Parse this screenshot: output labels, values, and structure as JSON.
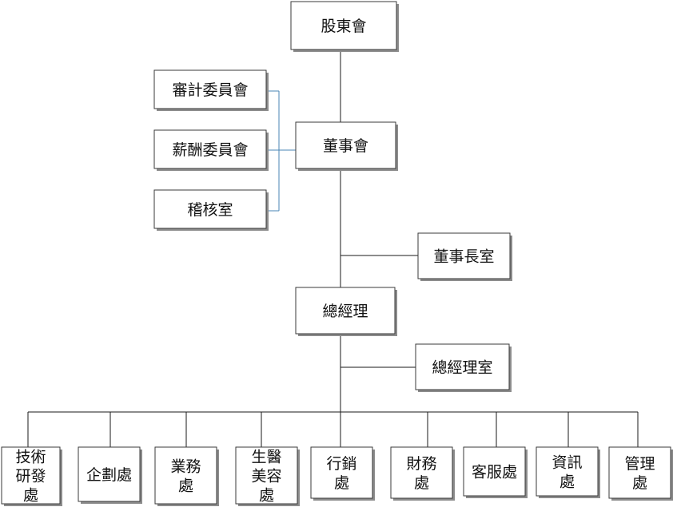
{
  "org_chart": {
    "top": {
      "shareholders": "股東會",
      "board": "董事會"
    },
    "board_committees": [
      {
        "key": "audit",
        "label": "審計委員會"
      },
      {
        "key": "compensation",
        "label": "薪酬委員會"
      },
      {
        "key": "internal_audit",
        "label": "稽核室"
      }
    ],
    "chairman_office": "董事長室",
    "general_manager": "總經理",
    "gm_office": "總經理室",
    "departments": [
      {
        "key": "rd",
        "lines": [
          "技術",
          "研發",
          "處"
        ]
      },
      {
        "key": "planning",
        "lines": [
          "企劃處"
        ]
      },
      {
        "key": "business",
        "lines": [
          "業務",
          "處"
        ]
      },
      {
        "key": "biomed",
        "lines": [
          "生醫",
          "美容",
          "處"
        ]
      },
      {
        "key": "marketing",
        "lines": [
          "行銷",
          "處"
        ]
      },
      {
        "key": "finance",
        "lines": [
          "財務",
          "處"
        ]
      },
      {
        "key": "service",
        "lines": [
          "客服處"
        ]
      },
      {
        "key": "it",
        "lines": [
          "資訊",
          "處"
        ]
      },
      {
        "key": "management",
        "lines": [
          "管理",
          "處"
        ]
      }
    ]
  },
  "colors": {
    "box_border": "#3a3a3a",
    "shadow": "#8c8c8c",
    "connector": "#1a1a1a",
    "committee_bracket": "#4a86b4"
  }
}
